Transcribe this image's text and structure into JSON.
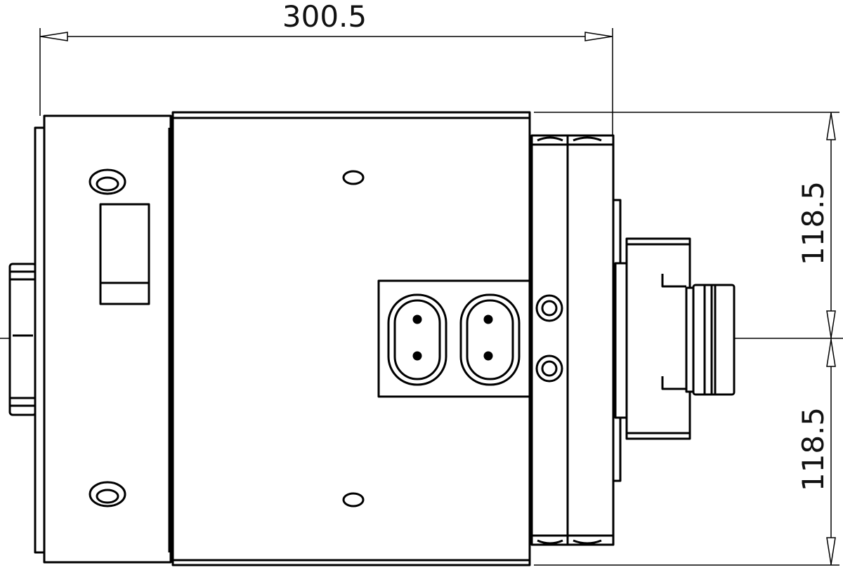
{
  "dimensions": {
    "overall_length": "300.5",
    "upper_half_height": "118.5",
    "lower_half_height": "118.5"
  },
  "colors": {
    "line": "#000000",
    "background": "#ffffff"
  }
}
